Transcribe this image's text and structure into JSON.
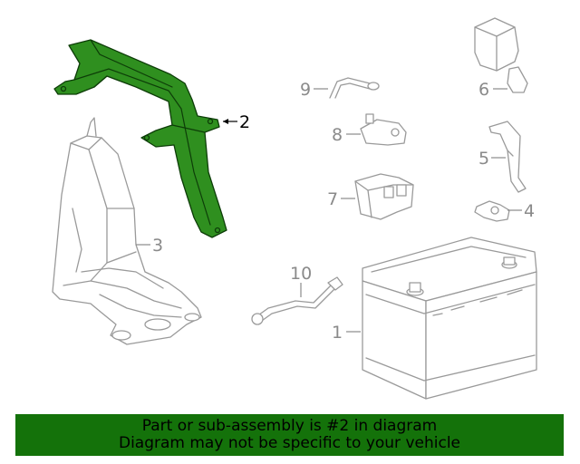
{
  "diagram": {
    "highlighted_part": "2",
    "callouts": [
      "1",
      "2",
      "3",
      "4",
      "5",
      "6",
      "7",
      "8",
      "9",
      "10"
    ]
  },
  "colors": {
    "highlight_fill": "#2f8f1f",
    "footer_background": "#14720a",
    "part_outline": "#9a9a9a"
  },
  "footer": {
    "line1": "Part or sub-assembly is #2 in diagram",
    "line2": "Diagram may not be specific to your vehicle"
  }
}
